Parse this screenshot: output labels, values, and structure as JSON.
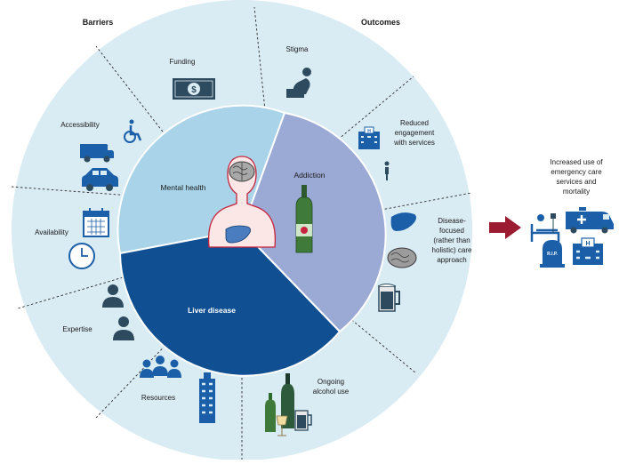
{
  "headers": {
    "barriers": "Barriers",
    "outcomes": "Outcomes"
  },
  "center": {
    "mental_health": "Mental health",
    "addiction": "Addiction",
    "liver_disease": "Liver disease"
  },
  "barriers": {
    "funding": "Funding",
    "accessibility": "Accessibility",
    "availability": "Availability",
    "expertise": "Expertise",
    "resources": "Resources"
  },
  "outcomes": {
    "stigma": "Stigma",
    "reduced_engagement": [
      "Reduced",
      "engagement",
      "with services"
    ],
    "disease_focused": [
      "Disease-",
      "focused",
      "(rather than",
      "holistic) care",
      "approach"
    ],
    "ongoing_alcohol": [
      "Ongoing",
      "alcohol use"
    ],
    "emergency": [
      "Increased use of",
      "emergency care",
      "services and",
      "mortality"
    ]
  },
  "rip_text": "R.I.P.",
  "colors": {
    "outer_ring": "#d9ebf3",
    "mental_health": "#a8d3e8",
    "addiction": "#9ba9d5",
    "liver_disease": "#0f4f92",
    "icon_dark": "#2d4a5e",
    "icon_blue": "#1a5fa8",
    "arrow": "#9b1b30",
    "body_skin": "#fbe7e6",
    "body_outline": "#c8233e"
  }
}
